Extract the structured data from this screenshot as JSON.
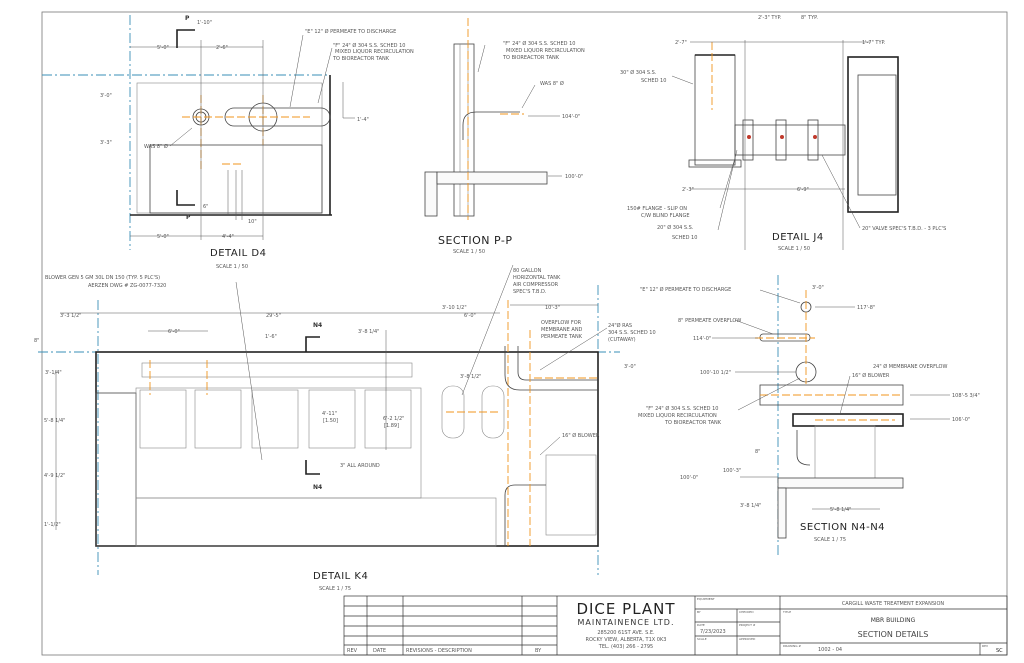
{
  "title_block": {
    "rev_header": "REV",
    "date_header": "DATE",
    "revisions_header": "REVISIONS - DESCRIPTION",
    "by_header": "BY",
    "company_name": "DICE PLANT",
    "company_sub": "MAINTAINENCE LTD.",
    "address_1": "285200 61ST AVE. S.E.",
    "address_2": "ROCKY VIEW, ALBERTA, T1X 0K3",
    "phone": "TEL. (403) 266 - 2795",
    "equipment_label": "EQUIPMENT",
    "by_label": "BY",
    "checked_label": "CHECKED",
    "date_label": "DATE",
    "date_value": "7/23/2023",
    "project_label": "PROJECT #",
    "scale_label": "SCALE",
    "approved_label": "APPROVED",
    "project_name": "CARGILL WASTE TREATMENT EXPANSION",
    "title_label": "TITLE",
    "title_1": "MBR BUILDING",
    "title_2": "SECTION DETAILS",
    "drawing_label": "DRAWING #",
    "drawing_number": "1002 - 04",
    "rev_label": "REV",
    "rev_value": "SC"
  },
  "detail_d4": {
    "title": "DETAIL  D4",
    "scale": "SCALE 1 / 50",
    "section_mark_top": "P",
    "section_mark_bottom": "P",
    "dims": [
      "1'-10\"",
      "5'-0\"",
      "2'-6\"",
      "3'-0\"",
      "1'-4\"",
      "3'-3\"",
      "6\"",
      "10\"",
      "5'-0\"",
      "4'-4\""
    ],
    "note_e": "\"E\" 12\" Ø PERMEATE TO DISCHARGE",
    "note_f": [
      "\"F\" 24\" Ø 304 S.S. SCHED 10",
      "MIXED LIQUOR RECIRCULATION",
      "TO BIOREACTOR TANK"
    ],
    "note_was": "WAS 8\" Ø"
  },
  "section_pp": {
    "title": "SECTION P-P",
    "scale": "SCALE 1 / 50",
    "note_f": [
      "\"F\" 24\" Ø 304 S.S. SCHED 10",
      "MIXED LIQUOR RECIRCULATION",
      "TO BIOREACTOR TANK"
    ],
    "note_was": "WAS 8\" Ø",
    "elev_1": "104'-0\"",
    "elev_2": "100'-0\""
  },
  "detail_j4": {
    "title": "DETAIL  J4",
    "scale": "SCALE 1 / 50",
    "dims": [
      "2'-3\" TYP.",
      "8\" TYP.",
      "2'-7\"",
      "1'-7\" TYP.",
      "2'-3\"",
      "6'-9\""
    ],
    "note_pipe": [
      "30\" Ø 304 S.S.",
      "SCHED 10"
    ],
    "note_flange": [
      "150# FLANGE - SLIP ON",
      "C/W BLIND FLANGE"
    ],
    "note_20": [
      "20\" Ø 304 S.S.",
      "SCHED 10"
    ],
    "note_valve": "20\" VALVE SPEC'S T.B.D. - 3 PLC'S"
  },
  "detail_k4": {
    "title": "DETAIL  K4",
    "scale": "SCALE 1 / 75",
    "note_blower": [
      "BLOWER GEN 5 GM 30L DN 150 (TYP. 5 PLC'S)",
      "AERZEN DWG # ZG-0077-7320"
    ],
    "note_tank": [
      "80 GALLON",
      "HORIZONTAL TANK",
      "AIR COMPRESSOR",
      "SPEC'S T.B.D."
    ],
    "note_overflow": [
      "OVERFLOW FOR",
      "MEMBRANE AND",
      "PERMEATE TANK"
    ],
    "note_ras": [
      "24\"Ø RAS",
      "304 S.S. SCHED 10",
      "(CUTAWAY)"
    ],
    "note_16blower": "16\" Ø BLOWER",
    "note_all_around": "3\" ALL AROUND",
    "section_mark": "N4",
    "dims": [
      "3'-3 1/2\"",
      "29'-5\"",
      "3'-10 1/2\"",
      "6'-0\"",
      "10'-3\"",
      "6'-0\"",
      "1'-6\"",
      "3'-8 1/4\"",
      "8\"",
      "3'-1/4\"",
      "3'-0\"",
      "3'-8 1/2\"",
      "5'-8 1/4\"",
      "4'-11\"",
      "[1.50]",
      "6'-2 1/2\"",
      "[1.89]",
      "4'-9 1/2\"",
      "1'-1/2\""
    ]
  },
  "section_n4": {
    "title": "SECTION N4-N4",
    "scale": "SCALE 1 / 75",
    "note_e": "\"E\" 12\" Ø PERMEATE TO DISCHARGE",
    "note_overflow": "8\" PERMEATE OVERFLOW",
    "note_membrane": "24\" Ø MEMBRANE OVERFLOW",
    "note_blower": "16\" Ø BLOWER",
    "note_f": [
      "\"F\" 24\" Ø 304 S.S. SCHED 10",
      "MIXED LIQUOR RECIRCULATION",
      "TO BIOREACTOR TANK"
    ],
    "dims": [
      "3'-0\"",
      "117'-8\"",
      "114'-0\"",
      "100'-10 1/2\"",
      "108'-5 3/4\"",
      "106'-0\"",
      "8\"",
      "100'-3\"",
      "100'-0\"",
      "3'-8 1/4\"",
      "5'-8 1/4\""
    ]
  },
  "colors": {
    "centerline": "#f0951e",
    "gridline": "#3a8fb7",
    "linework": "#444444"
  }
}
